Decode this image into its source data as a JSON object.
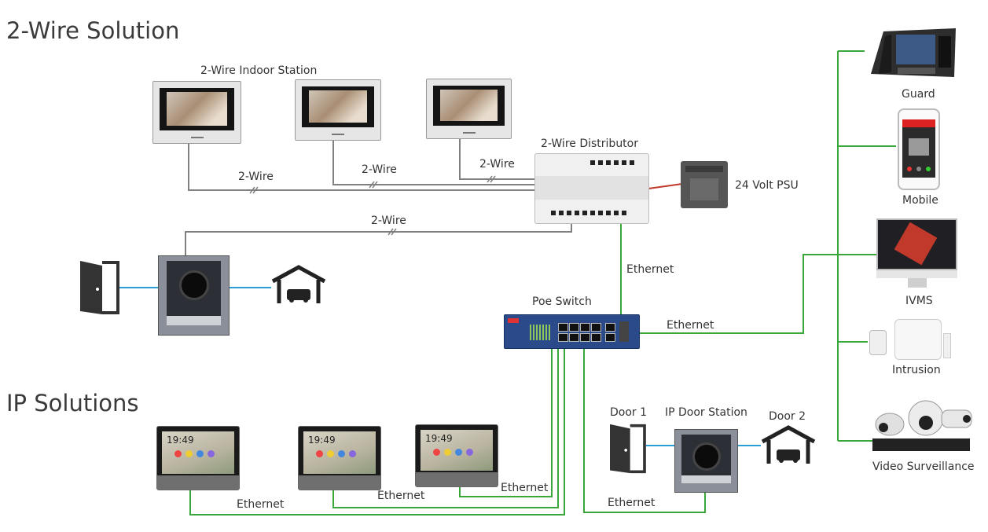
{
  "headings": {
    "two_wire": "2-Wire Solution",
    "ip": "IP Solutions"
  },
  "labels": {
    "indoor_station": "2-Wire Indoor Station",
    "distributor": "2-Wire Distributor",
    "psu": "24 Volt PSU",
    "wire1": "2-Wire",
    "wire2": "2-Wire",
    "wire3": "2-Wire",
    "wire4": "2-Wire",
    "eth_dist": "Ethernet",
    "poe_switch": "Poe Switch",
    "eth_ivms": "Ethernet",
    "eth_mon1": "Ethernet",
    "eth_mon2": "Ethernet",
    "eth_mon3": "Ethernet",
    "eth_door": "Ethernet",
    "door1": "Door 1",
    "ip_door_station": "IP Door Station",
    "door2": "Door 2",
    "guard": "Guard",
    "mobile": "Mobile",
    "ivms": "IVMS",
    "intrusion": "Intrusion",
    "video_surveillance": "Video Surveillance"
  },
  "ip_monitor_time": "19:49",
  "colors": {
    "two_wire_line": "#808080",
    "ethernet_line": "#3aa839",
    "door_link": "#2a9fd6",
    "psu_link": "#c0392b",
    "switch": "#2b4a8a"
  }
}
